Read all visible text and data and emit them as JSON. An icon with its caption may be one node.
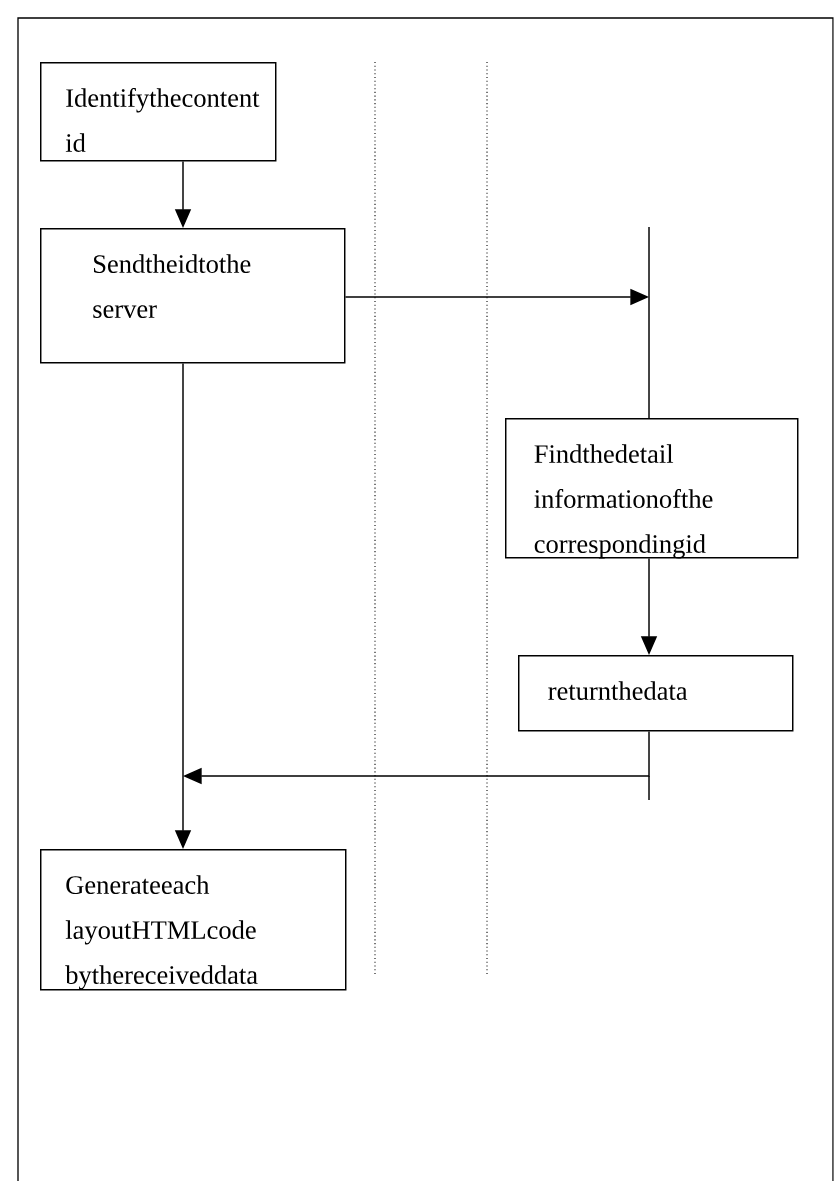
{
  "diagram": {
    "nodes": [
      {
        "text": [
          "Identifythecontent id"
        ]
      },
      {
        "text": [
          "Sendtheidtothe server"
        ]
      },
      {
        "text": [
          "Findthedetail informationofthe correspondingid"
        ]
      },
      {
        "text": [
          "returnthedata"
        ]
      },
      {
        "text": [
          "Generateeach layoutHTMLcode bythereceiveddata"
        ]
      }
    ],
    "edges": [
      {
        "from": 0,
        "to": 1,
        "arrow": "to"
      },
      {
        "from": 1,
        "to": null,
        "arrow": "to"
      },
      {
        "from": 2,
        "to": 3,
        "arrow": "to"
      },
      {
        "from": 1,
        "to": 4,
        "arrow": "to"
      },
      {
        "from": 3,
        "to": null,
        "arrow": "to"
      }
    ]
  }
}
